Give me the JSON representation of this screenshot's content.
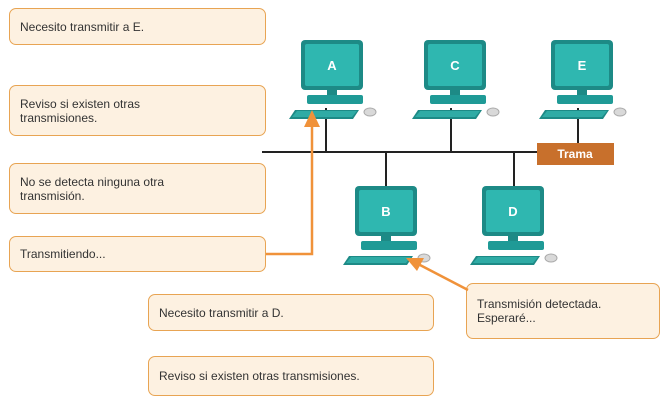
{
  "notes": {
    "left": [
      "Necesito transmitir a E.",
      "Reviso si existen otras transmisiones.",
      "No se detecta ninguna otra transmisión.",
      "Transmitiendo..."
    ],
    "bottom": [
      "Necesito transmitir a D.",
      "Reviso si existen otras transmisiones."
    ],
    "right": "Transmisión detectada. Esperaré..."
  },
  "computers": [
    "A",
    "C",
    "E",
    "B",
    "D"
  ],
  "frame_label": "Trama",
  "colors": {
    "note_fill": "#fdf1e1",
    "note_border": "#e8a453",
    "arrow": "#f0923a",
    "frame": "#c8702c",
    "pc_screen": "#1f9a96",
    "bus": "#222222"
  }
}
